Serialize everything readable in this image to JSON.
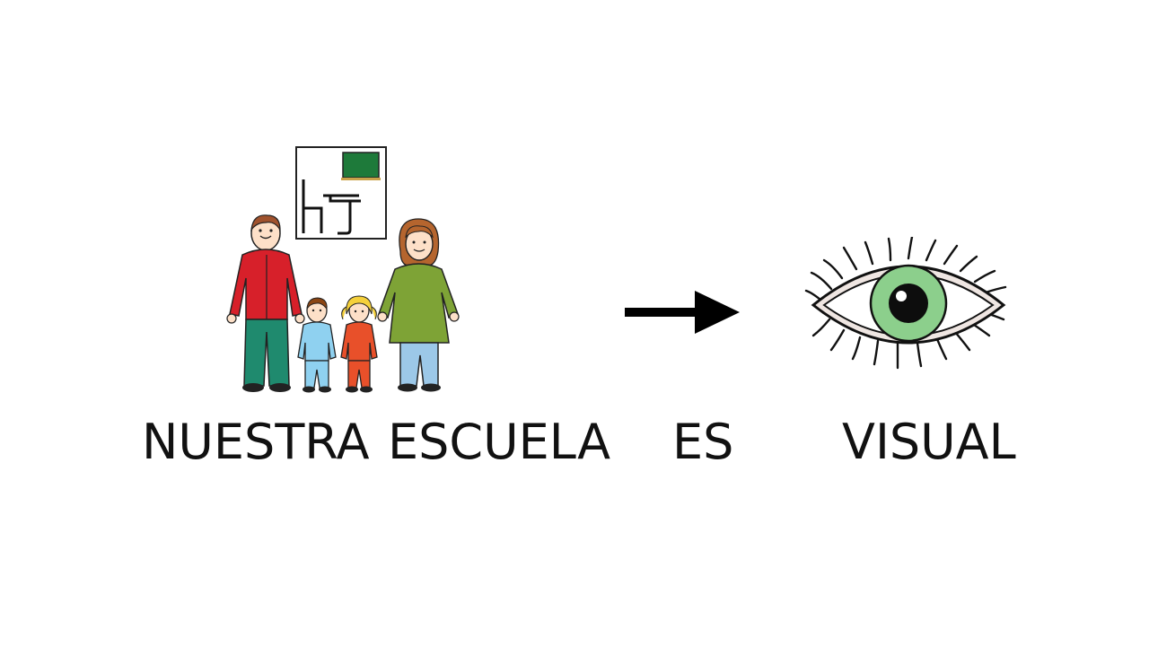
{
  "sentence": {
    "words": [
      "NUESTRA",
      "ESCUELA",
      "ES",
      "VISUAL"
    ]
  },
  "pictograms": {
    "school": "school-family-pictogram",
    "arrow": "right-arrow-icon",
    "eye": "eye-icon"
  },
  "colors": {
    "text": "#111111",
    "background": "#ffffff",
    "father_shirt": "#d7202a",
    "father_pants": "#1f8a6e",
    "mother_dress": "#7ea336",
    "mother_pants": "#9cc8e8",
    "boy": "#8fd1f0",
    "girl": "#e8502a",
    "blackboard": "#1e7a3a",
    "iris": "#8ccf8c"
  }
}
